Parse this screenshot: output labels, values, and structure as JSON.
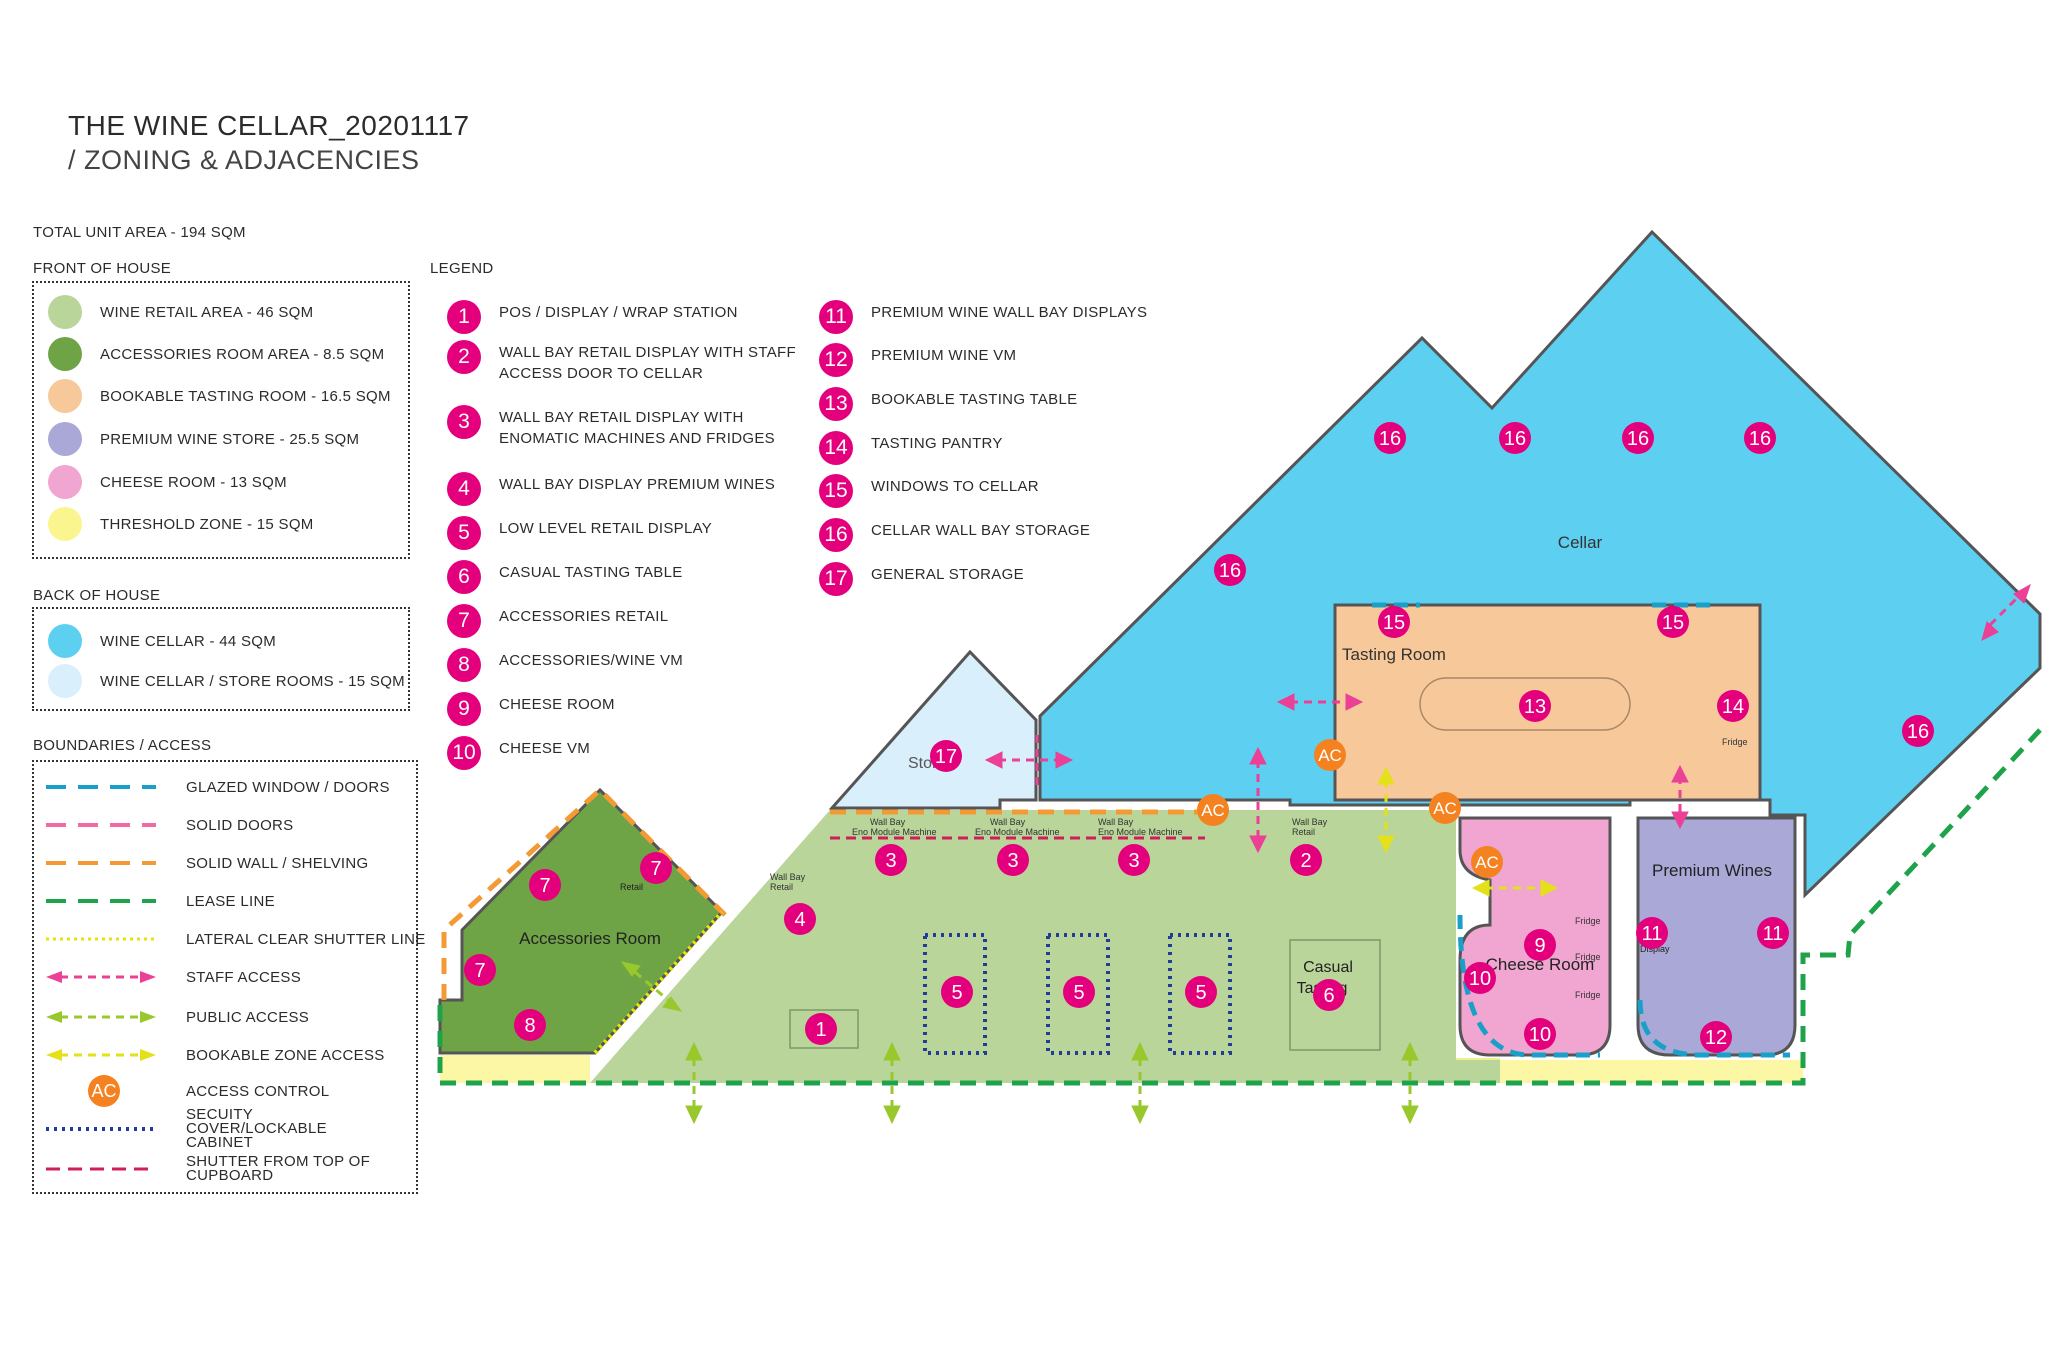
{
  "header": {
    "title": "THE WINE CELLAR_20201117",
    "subtitle": "/ ZONING & ADJACENCIES"
  },
  "total_area": "TOTAL UNIT AREA - 194 SQM",
  "front_of_house": {
    "heading": "FRONT OF HOUSE",
    "items": [
      {
        "label": "WINE RETAIL AREA - 46 SQM",
        "color": "#b9d59a"
      },
      {
        "label": "ACCESSORIES ROOM AREA - 8.5 SQM",
        "color": "#6ea446"
      },
      {
        "label": "BOOKABLE TASTING ROOM - 16.5 SQM",
        "color": "#f7c89a"
      },
      {
        "label": "PREMIUM WINE STORE - 25.5 SQM",
        "color": "#a9a8d6"
      },
      {
        "label": "CHEESE ROOM - 13 SQM",
        "color": "#f0a6d0"
      },
      {
        "label": "THRESHOLD ZONE - 15 SQM",
        "color": "#fbf58f"
      }
    ]
  },
  "back_of_house": {
    "heading": "BACK OF HOUSE",
    "items": [
      {
        "label": "WINE CELLAR - 44 SQM",
        "color": "#5dd0f2"
      },
      {
        "label": "WINE CELLAR / STORE ROOMS - 15 SQM",
        "color": "#d9effb"
      }
    ]
  },
  "boundaries": {
    "heading": "BOUNDARIES / ACCESS",
    "items": [
      {
        "label": "GLAZED WINDOW / DOORS",
        "icon": "glazed-window-line-icon",
        "color": "#1aa0c8"
      },
      {
        "label": "SOLID DOORS",
        "icon": "solid-door-line-icon",
        "color": "#f06aa6"
      },
      {
        "label": "SOLID WALL / SHELVING",
        "icon": "solid-wall-line-icon",
        "color": "#f39a35"
      },
      {
        "label": "LEASE LINE",
        "icon": "lease-line-icon",
        "color": "#1ea34a"
      },
      {
        "label": "LATERAL CLEAR SHUTTER LINE",
        "icon": "shutter-line-icon",
        "color": "#e5e500"
      },
      {
        "label": "STAFF ACCESS",
        "icon": "staff-access-arrow-icon",
        "color": "#ec3f96"
      },
      {
        "label": "PUBLIC ACCESS",
        "icon": "public-access-arrow-icon",
        "color": "#98c82c"
      },
      {
        "label": "BOOKABLE ZONE ACCESS",
        "icon": "bookable-access-arrow-icon",
        "color": "#e4e01a"
      },
      {
        "label": "ACCESS CONTROL",
        "icon": "access-control-icon",
        "color": "#f58220",
        "badge": "AC"
      },
      {
        "label": "SECUITY COVER/LOCKABLE CABINET",
        "icon": "security-cover-line-icon",
        "color": "#1f3d99"
      },
      {
        "label": "SHUTTER FROM TOP OF CUPBOARD",
        "icon": "cupboard-shutter-line-icon",
        "color": "#d01e5a"
      }
    ]
  },
  "legend": {
    "heading": "LEGEND",
    "items": [
      {
        "n": "1",
        "label": "POS / DISPLAY / WRAP STATION"
      },
      {
        "n": "2",
        "label": "WALL BAY RETAIL DISPLAY WITH STAFF ACCESS DOOR TO CELLAR"
      },
      {
        "n": "3",
        "label": "WALL BAY RETAIL DISPLAY WITH ENOMATIC MACHINES AND FRIDGES"
      },
      {
        "n": "4",
        "label": "WALL BAY DISPLAY PREMIUM WINES"
      },
      {
        "n": "5",
        "label": "LOW LEVEL RETAIL DISPLAY"
      },
      {
        "n": "6",
        "label": "CASUAL TASTING TABLE"
      },
      {
        "n": "7",
        "label": "ACCESSORIES RETAIL"
      },
      {
        "n": "8",
        "label": "ACCESSORIES/WINE VM"
      },
      {
        "n": "9",
        "label": "CHEESE ROOM"
      },
      {
        "n": "10",
        "label": "CHEESE VM"
      },
      {
        "n": "11",
        "label": "PREMIUM WINE WALL BAY DISPLAYS"
      },
      {
        "n": "12",
        "label": "PREMIUM WINE VM"
      },
      {
        "n": "13",
        "label": "BOOKABLE TASTING TABLE"
      },
      {
        "n": "14",
        "label": "TASTING PANTRY"
      },
      {
        "n": "15",
        "label": "WINDOWS TO CELLAR"
      },
      {
        "n": "16",
        "label": "CELLAR WALL BAY STORAGE"
      },
      {
        "n": "17",
        "label": "GENERAL STORAGE"
      }
    ]
  },
  "plan": {
    "rooms": {
      "cellar": "Cellar",
      "tasting_room": "Tasting Room",
      "accessories_room": "Accessories Room",
      "cheese_room": "Cheese Room",
      "premium_wines": "Premium Wines",
      "casual_tasting_1": "Casual",
      "casual_tasting_2": "Tasting",
      "store": "Stor"
    },
    "small_labels": {
      "wall_bay": "Wall Bay",
      "eno_module": "Eno Module Machine",
      "wall_bay_retail_1": "Wall Bay",
      "wall_bay_retail_2": "Retail",
      "fridge": "Fridge",
      "retail": "Retail",
      "display": "Display"
    },
    "access_control_badge": "AC"
  }
}
